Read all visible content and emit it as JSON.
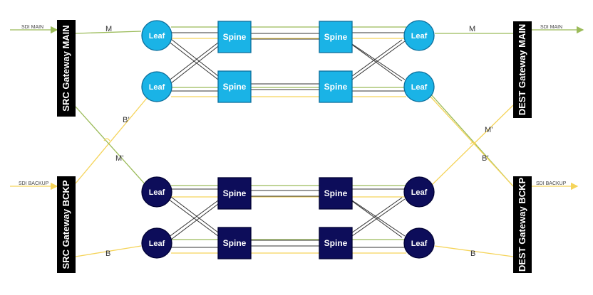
{
  "nodes": {
    "leaf": "Leaf",
    "spine": "Spine"
  },
  "gateways": {
    "src_main": "SRC Gateway MAIN",
    "src_backup": "SRC Gateway BCKP",
    "dest_main": "DEST Gateway MAIN",
    "dest_backup": "DEST Gateway BCKP"
  },
  "signals": {
    "sdi_main_in": "SDI MAIN",
    "sdi_backup_in": "SDI BACKUP",
    "sdi_main_out": "SDI MAIN",
    "sdi_backup_out": "SDI BACKUP"
  },
  "links": {
    "m": "M",
    "b": "B",
    "b_prime": "B’",
    "m_prime": "M’"
  },
  "colors": {
    "main_fabric": "#1ab3e6",
    "main_fabric_stroke": "#0d7fb0",
    "backup_fabric": "#0d0d5a",
    "gateway": "#000000",
    "main_line": "#9bbb59",
    "backup_line": "#f5d45a",
    "link_line": "#222222"
  }
}
